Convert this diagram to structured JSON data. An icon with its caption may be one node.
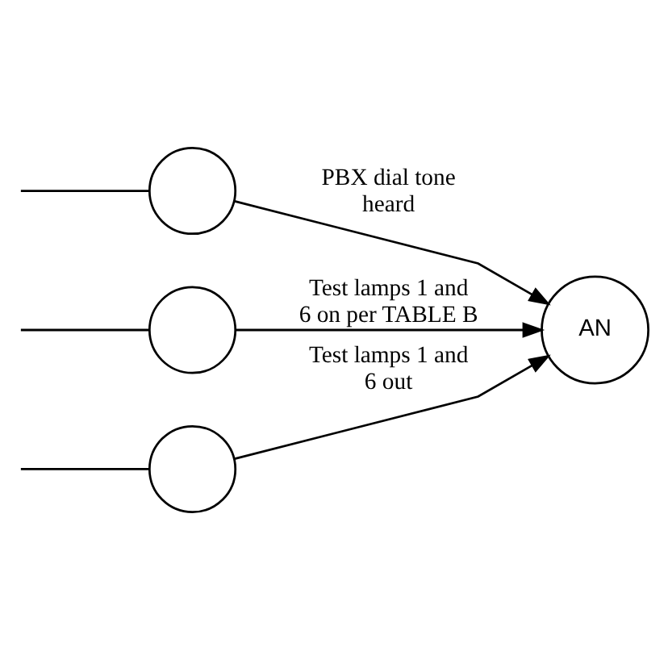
{
  "diagram": {
    "nodes": [
      {
        "text": [
          "AN"
        ]
      },
      {
        "text": [],
        "shape": "circle"
      },
      {
        "text": [],
        "shape": "circle"
      },
      {
        "text": [],
        "shape": "circle"
      }
    ],
    "edges": [
      {
        "from": null,
        "to": 1,
        "arrow": "none"
      },
      {
        "from": null,
        "to": 2,
        "arrow": "none"
      },
      {
        "from": null,
        "to": 3,
        "arrow": "none"
      },
      {
        "from": 1,
        "to": 0,
        "arrow": "to",
        "label": "PBX dial tone heard"
      },
      {
        "from": 2,
        "to": 0,
        "arrow": "to",
        "label": "Test lamps 1 and 6 on per TABLE B"
      },
      {
        "from": 3,
        "to": 0,
        "arrow": "to",
        "label": "Test lamps 1 and 6 out"
      }
    ]
  }
}
